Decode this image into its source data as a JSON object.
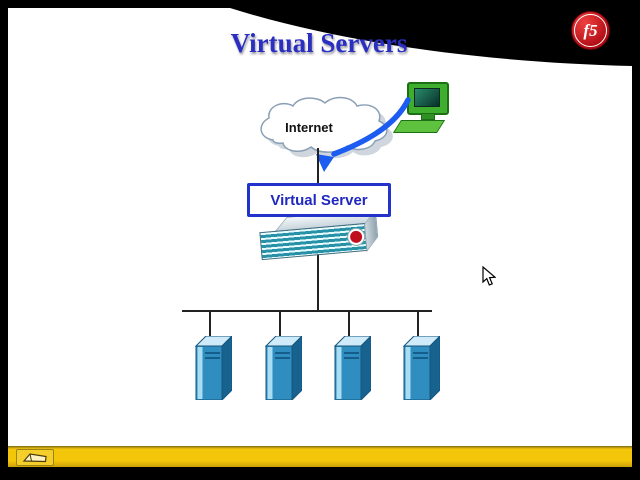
{
  "slide": {
    "title": "Virtual Servers"
  },
  "brand": {
    "logo_text": "f5",
    "logo_color": "#b00b14"
  },
  "diagram": {
    "internet_label": "Internet",
    "virtual_server_label": "Virtual Server",
    "server_count": 4,
    "icons": {
      "cloud": "internet-cloud-icon",
      "client": "client-workstation-icon",
      "appliance": "bigip-appliance-icon",
      "servers": "server-tower-icon",
      "arrow": "traffic-flow-arrow"
    },
    "colors": {
      "arrow_blue": "#1d5cf0",
      "box_border_blue": "#2233cc",
      "server_blue": "#2f8dc0",
      "title_blue": "#2a2fc2"
    }
  },
  "toolbar": {
    "bar_color": "#f4c60a",
    "pen_icon": "pen-tool-icon"
  },
  "cursor": "arrow-cursor"
}
